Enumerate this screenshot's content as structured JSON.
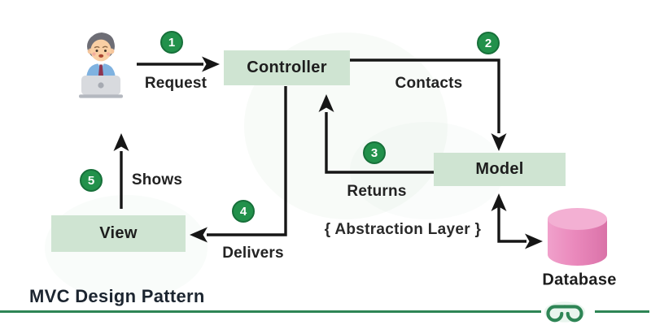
{
  "diagram": {
    "title": "MVC Design Pattern",
    "nodes": {
      "user": {
        "icon": "person-at-laptop-icon"
      },
      "controller": {
        "label": "Controller"
      },
      "model": {
        "label": "Model"
      },
      "view": {
        "label": "View"
      },
      "database": {
        "label": "Database",
        "icon": "database-cylinder-icon"
      }
    },
    "steps": [
      {
        "number": "1",
        "label": "Request"
      },
      {
        "number": "2",
        "label": "Contacts"
      },
      {
        "number": "3",
        "label": "Returns"
      },
      {
        "number": "4",
        "label": "Delivers"
      },
      {
        "number": "5",
        "label": "Shows"
      }
    ],
    "annotation": "{ Abstraction Layer }"
  },
  "branding": {
    "logo_icon": "geeksforgeeks-logo"
  },
  "colors": {
    "node_fill": "#cfe4d2",
    "badge_green": "#22914b",
    "badge_border": "#17703a",
    "database_pink": "#ea89bc",
    "database_pink_light": "#f3b0d3",
    "arrow_black": "#161616",
    "brand_green": "#2e8555",
    "text_dark": "#1e1e1e"
  }
}
